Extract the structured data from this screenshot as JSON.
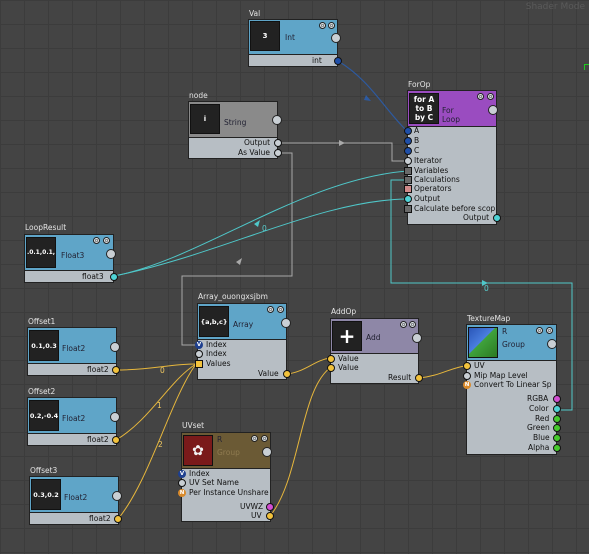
{
  "watermark": "Shader Mode",
  "colors": {
    "int_head": "#5fa5c8",
    "string_head": "#8a8a8a",
    "forloop_head": "#9a4cc0",
    "float_head": "#5fa5c8",
    "add_head": "#8e87a7",
    "group_head": "#6b5a35",
    "wire_yellow": "#e7b73c",
    "wire_cyan": "#4fc7c9",
    "wire_grey": "#a9a9a9",
    "wire_blue": "#2d5aa0",
    "port_yellow": "#f2c23c",
    "port_cyan": "#4fd3d6",
    "port_blue": "#1f4fa8",
    "port_green": "#46c92c",
    "port_magenta": "#d24fd2"
  },
  "nodes": {
    "val": {
      "title": "Val",
      "thumb": "3",
      "type": "Int",
      "out": "int"
    },
    "string": {
      "title": "node",
      "thumb": "i",
      "type": "String",
      "out1": "Output",
      "out2": "As Value"
    },
    "forop": {
      "title": "ForOp",
      "thumb_lines": [
        "for A",
        "to B",
        "by C"
      ],
      "type": "For Loop",
      "inputs": [
        "A",
        "B",
        "C",
        "Iterator",
        "Variables",
        "Calculations",
        "Operators",
        "Output",
        "Calculate before scop"
      ],
      "out": "Output"
    },
    "loopresult": {
      "title": "LoopResult",
      "thumb": ".0.1,0.1,",
      "type": "Float3",
      "out": "float3"
    },
    "array": {
      "title": "Array_ouongxsjbm",
      "thumb": "{a,b,c}",
      "type": "Array",
      "in1": "Index",
      "in2": "Index",
      "in3": "Values",
      "out": "Value"
    },
    "addop": {
      "title": "AddOp",
      "thumb": "+",
      "type": "Add",
      "in1": "Value",
      "in2": "Value",
      "out": "Result"
    },
    "texturemap": {
      "title": "TextureMap",
      "r": "R",
      "type": "Group",
      "inputs": [
        "UV",
        "Mip Map Level",
        "Convert To Linear Sp"
      ],
      "outputs": [
        "RGBA",
        "Color",
        "Red",
        "Green",
        "Blue",
        "Alpha"
      ]
    },
    "offset1": {
      "title": "Offset1",
      "thumb": "0.1,0.3",
      "type": "Float2",
      "out": "float2"
    },
    "offset2": {
      "title": "Offset2",
      "thumb": "0.2,-0.4",
      "type": "Float2",
      "out": "float2"
    },
    "offset3": {
      "title": "Offset3",
      "thumb": "0.3,0.2",
      "type": "Float2",
      "out": "float2"
    },
    "uvset": {
      "title": "UVset",
      "r": "R",
      "type": "Group",
      "inputs": [
        "Index",
        "UV Set Name",
        "Per Instance Unshare"
      ],
      "out1": "UVWZ",
      "out2": "UV"
    }
  },
  "wire_labels": {
    "w0a": "0",
    "w0b": "0",
    "w1": "1",
    "w2": "2",
    "w3": "0"
  },
  "badges": {
    "v": "V",
    "n": "N"
  }
}
